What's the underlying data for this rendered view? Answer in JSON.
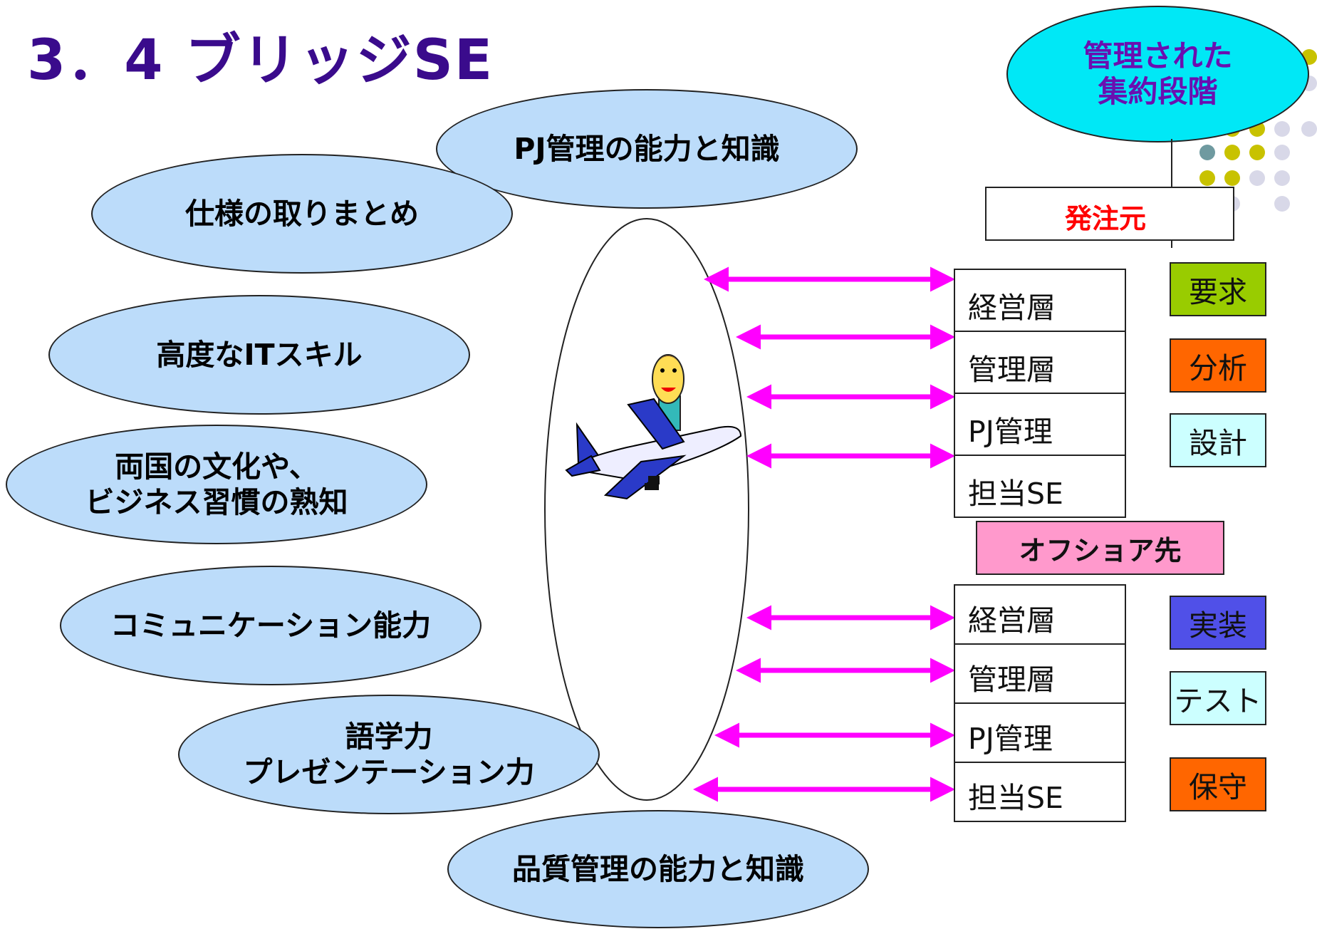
{
  "title": "3．4 ブリッジSE",
  "goal": {
    "line1": "管理された",
    "line2": "集約段階"
  },
  "skills": [
    {
      "id": "pj",
      "lines": [
        "PJ管理の能力と知識"
      ]
    },
    {
      "id": "spec",
      "lines": [
        "仕様の取りまとめ"
      ]
    },
    {
      "id": "it",
      "lines": [
        "高度なITスキル"
      ]
    },
    {
      "id": "culture",
      "lines": [
        "両国の文化や、",
        "ビジネス習慣の熟知"
      ]
    },
    {
      "id": "comm",
      "lines": [
        "コミュニケーション能力"
      ]
    },
    {
      "id": "lang",
      "lines": [
        "語学力",
        "プレゼンテーション力"
      ]
    },
    {
      "id": "qa",
      "lines": [
        "品質管理の能力と知識"
      ]
    }
  ],
  "client": {
    "label": "発注元",
    "rows": [
      "経営層",
      "管理層",
      "PJ管理",
      "担当SE"
    ]
  },
  "offshore": {
    "label": "オフショア先",
    "rows": [
      "経営層",
      "管理層",
      "PJ管理",
      "担当SE"
    ]
  },
  "phases": [
    {
      "label": "要求",
      "color": "#99cc00"
    },
    {
      "label": "分析",
      "color": "#ff6600"
    },
    {
      "label": "設計",
      "color": "#ccffff"
    },
    {
      "label": "実装",
      "color": "#5050e8"
    },
    {
      "label": "テスト",
      "color": "#ccffff"
    },
    {
      "label": "保守",
      "color": "#ff6600"
    }
  ],
  "colors": {
    "title": "#3a0b8c",
    "bubble": "#bcdcfa",
    "arrow": "#ff00ff",
    "goal": "#00e8f6",
    "client_label": "#ff0000",
    "offshore_label_bg": "#ff99cc"
  }
}
